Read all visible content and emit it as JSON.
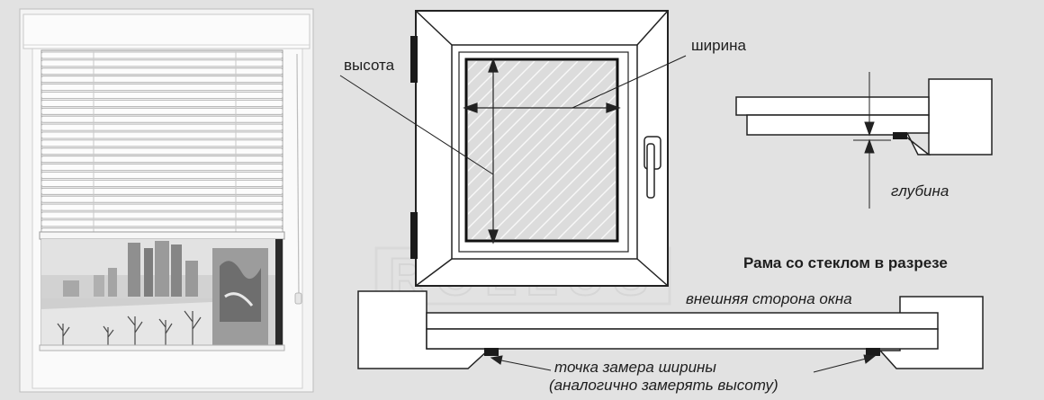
{
  "labels": {
    "height": "высота",
    "width": "ширина",
    "depth": "глубина",
    "section_title": "Рама со стеклом в разрезе",
    "outer_side": "внешняя сторона окна",
    "measure_point_line1": "точка замера ширины",
    "measure_point_line2": "(аналогично замерять высоту)"
  },
  "watermark": "ROLLUS",
  "colors": {
    "background": "#e2e2e2",
    "frame_fill": "#ffffff",
    "stroke": "#222222",
    "gasket": "#1a1a1a",
    "glass": "#dcdcdc"
  }
}
